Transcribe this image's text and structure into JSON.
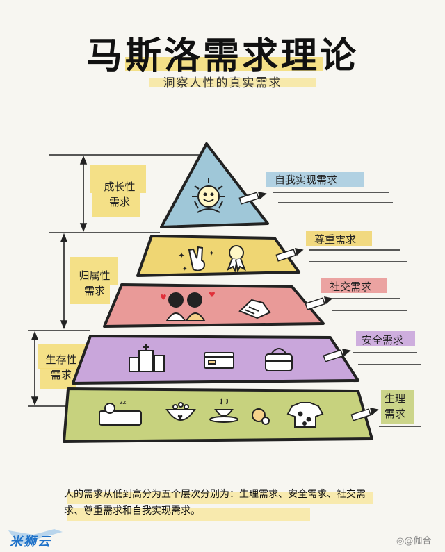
{
  "title": "马斯洛需求理论",
  "subtitle": "洞察人性的真实需求",
  "colors": {
    "level1": "#c7d27e",
    "level2": "#c9a6db",
    "level3": "#e99a98",
    "level4": "#efd673",
    "level5": "#9fc7d8",
    "highlight": "#f3dc74",
    "logo": "#1f72c9"
  },
  "groups": {
    "growth": "成长性\n需求",
    "belonging": "归属性\n需求",
    "survival": "生存性\n需求"
  },
  "levels": {
    "self_actualization": "自我实现需求",
    "esteem": "尊重需求",
    "social": "社交需求",
    "safety": "安全需求",
    "physiological": "生理\n需求"
  },
  "icons": {
    "level5": [
      "sun-face-icon"
    ],
    "level4": [
      "victory-hand-icon",
      "stars-icon",
      "medal-icon"
    ],
    "level3": [
      "couple-icon",
      "hearts-icon",
      "handshake-icon"
    ],
    "level2": [
      "hospital-icon",
      "bank-card-icon",
      "handbag-icon"
    ],
    "level1": [
      "sleeping-person-icon",
      "food-bowl-icon",
      "hot-drink-icon",
      "fruit-icon",
      "clothing-icon"
    ]
  },
  "footer": "人的需求从低到高分为五个层次分别为：生理需求、安全需求、社交需求、尊重需求和自我实现需求。",
  "logo_text": "米狮云",
  "watermark": "◎@伽合"
}
